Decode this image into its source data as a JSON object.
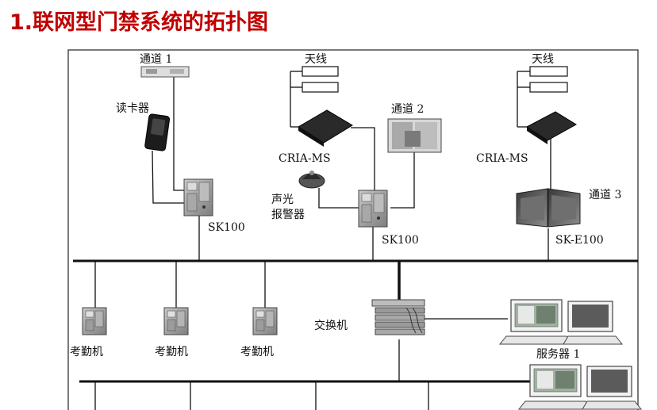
{
  "title": "1.联网型门禁系统的拓扑图",
  "labels": {
    "passage1": "通道 1",
    "card_reader": "读卡器",
    "antenna_a": "天线",
    "antenna_b": "天线",
    "cria_a": "CRIA-MS",
    "cria_b": "CRIA-MS",
    "passage2": "通道 2",
    "passage3": "通道 3",
    "alarm_line1": "声光",
    "alarm_line2": "报警器",
    "controller_a": "SK100",
    "controller_b": "SK100",
    "controller_c": "SK-E100",
    "attendance_1": "考勤机",
    "attendance_2": "考勤机",
    "attendance_3": "考勤机",
    "switch": "交换机",
    "server": "服务器 1"
  },
  "colors": {
    "title": "#c00000",
    "line": "#111111",
    "device_body": "#9a9a9a",
    "device_dark": "#2a2a2a"
  },
  "icons": [
    "door-controller-icon",
    "card-reader-icon",
    "rfid-reader-icon",
    "alarm-icon",
    "turnstile-icon",
    "switch-icon",
    "computer-icon",
    "attendance-terminal-icon"
  ]
}
